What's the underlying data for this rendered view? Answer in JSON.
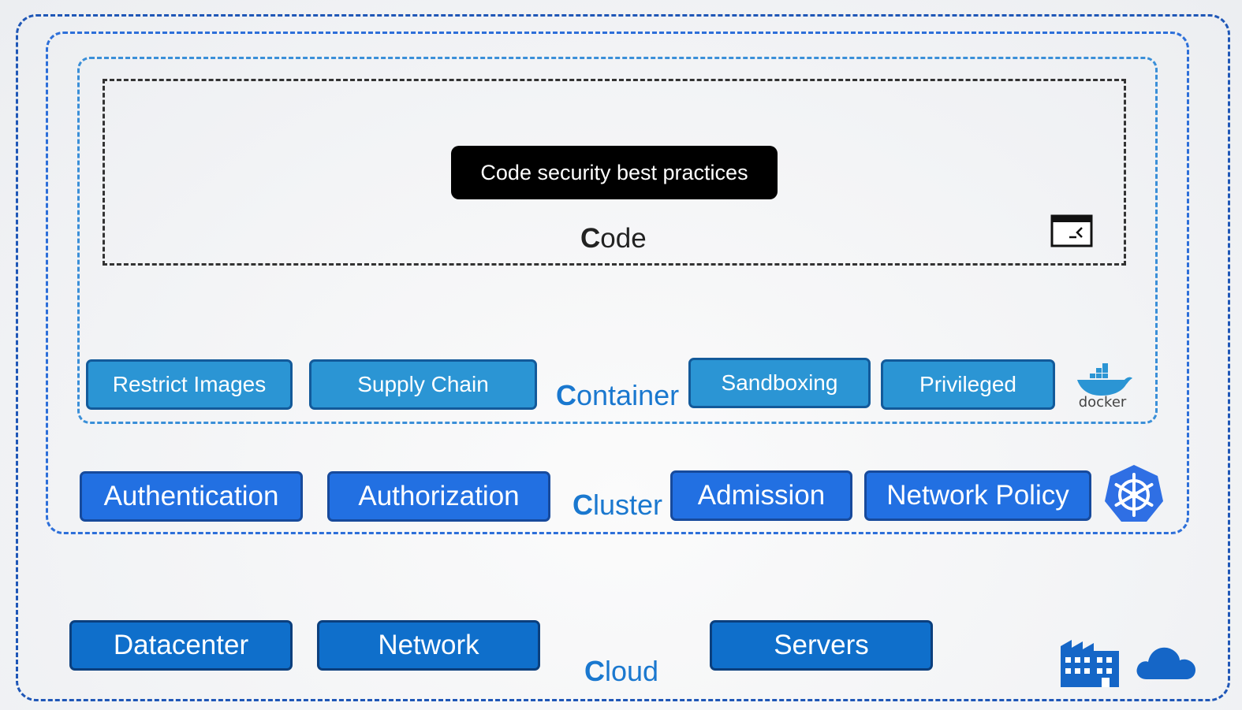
{
  "code": {
    "callout": "Code security best practices",
    "label_first": "C",
    "label_rest": "ode",
    "icon": "terminal-window-icon"
  },
  "container": {
    "label_first": "C",
    "label_rest": "ontainer",
    "items": [
      "Restrict Images",
      "Supply Chain",
      "Sandboxing",
      "Privileged"
    ],
    "icon": "docker-icon",
    "icon_text": "docker"
  },
  "cluster": {
    "label_first": "C",
    "label_rest": "luster",
    "items": [
      "Authentication",
      "Authorization",
      "Admission",
      "Network Policy"
    ],
    "icon": "kubernetes-helm-icon"
  },
  "cloud": {
    "label_first": "C",
    "label_rest": "loud",
    "items": [
      "Datacenter",
      "Network",
      "Servers"
    ],
    "icons": [
      "building-icon",
      "cloud-icon"
    ]
  },
  "colors": {
    "container_box": "#2b95d4",
    "cluster_box": "#2270e2",
    "cloud_box": "#0f6fcb",
    "label_blue": "#1a78cf"
  }
}
